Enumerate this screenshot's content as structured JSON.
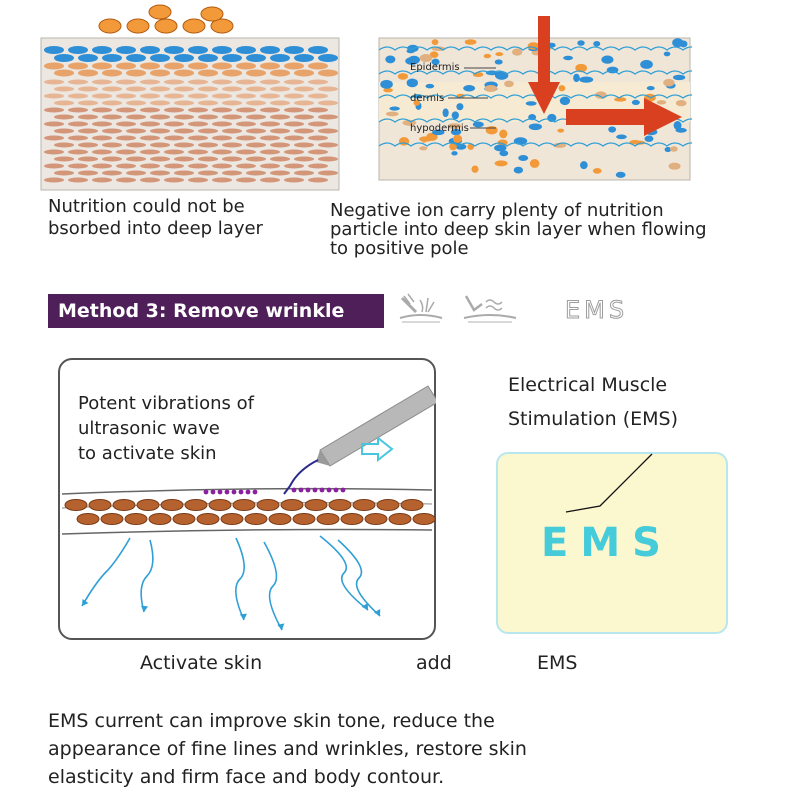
{
  "top_left": {
    "caption_line1": "Nutrition could not be",
    "caption_line2": "bsorbed into deep layer"
  },
  "top_right": {
    "layer_epidermis": "Epidermis",
    "layer_dermis": "dermis",
    "layer_hypodermis": "hypodermis",
    "caption_line1": "Negative ion carry plenty of nutrition",
    "caption_line2": "particle into deep skin layer when flowing",
    "caption_line3": "to positive pole"
  },
  "method": {
    "title": "Method 3: Remove wrinkle",
    "ems_label": "EMS",
    "icon_1": "probe-skin-icon",
    "icon_2": "wave-probe-icon"
  },
  "ultrasonic": {
    "line1": "Potent vibrations of",
    "line2": "ultrasonic wave",
    "line3": "to activate skin"
  },
  "ems": {
    "desc_line1": "Electrical Muscle",
    "desc_line2": "Stimulation (EMS)",
    "screen_text": "EMS"
  },
  "labels": {
    "activate_skin": "Activate skin",
    "add": "add",
    "ems": "EMS"
  },
  "footer": {
    "line1": "EMS current can improve skin tone, reduce the",
    "line2": "appearance of fine lines and wrinkles, restore skin",
    "line3": "elasticity and firm face and body contour."
  },
  "colors": {
    "method_bar": "#4f1f59",
    "ems_text": "#45cbd9",
    "arrow_red": "#d8401f",
    "wave_blue": "#2f9fd6",
    "cell_brown": "#b5622f"
  }
}
